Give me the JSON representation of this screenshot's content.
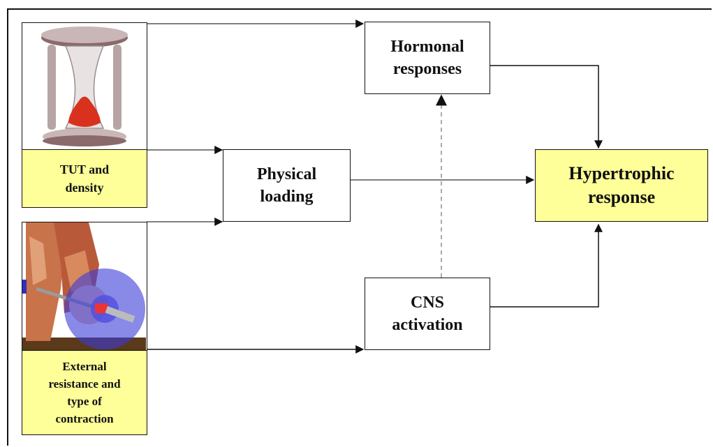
{
  "diagram": {
    "inputs": {
      "tut": {
        "label_line1": "TUT and",
        "label_line2": "density",
        "image": "hourglass-icon"
      },
      "resistance": {
        "label_line1": "External",
        "label_line2": "resistance and",
        "label_line3": "type of",
        "label_line4": "contraction",
        "image": "muscle-barbell-illustration"
      }
    },
    "nodes": {
      "physical": {
        "line1": "Physical",
        "line2": "loading"
      },
      "hormonal": {
        "line1": "Hormonal",
        "line2": "responses"
      },
      "cns": {
        "line1": "CNS",
        "line2": "activation"
      },
      "hypertrophy": {
        "line1": "Hypertrophic",
        "line2": "response"
      }
    },
    "colors": {
      "highlight": "#ffff99",
      "line": "#333333",
      "dashed": "#aaaaaa"
    }
  }
}
